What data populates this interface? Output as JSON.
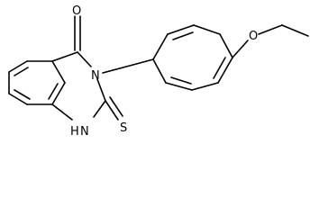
{
  "molecule": {
    "atoms": {
      "O_carbonyl": "O",
      "N3": "N",
      "N1H": "H",
      "N1": "N",
      "S": "S",
      "O_ether": "O"
    },
    "colors": {
      "bond": "#000000",
      "label": "#000000",
      "background": "#ffffff"
    }
  }
}
